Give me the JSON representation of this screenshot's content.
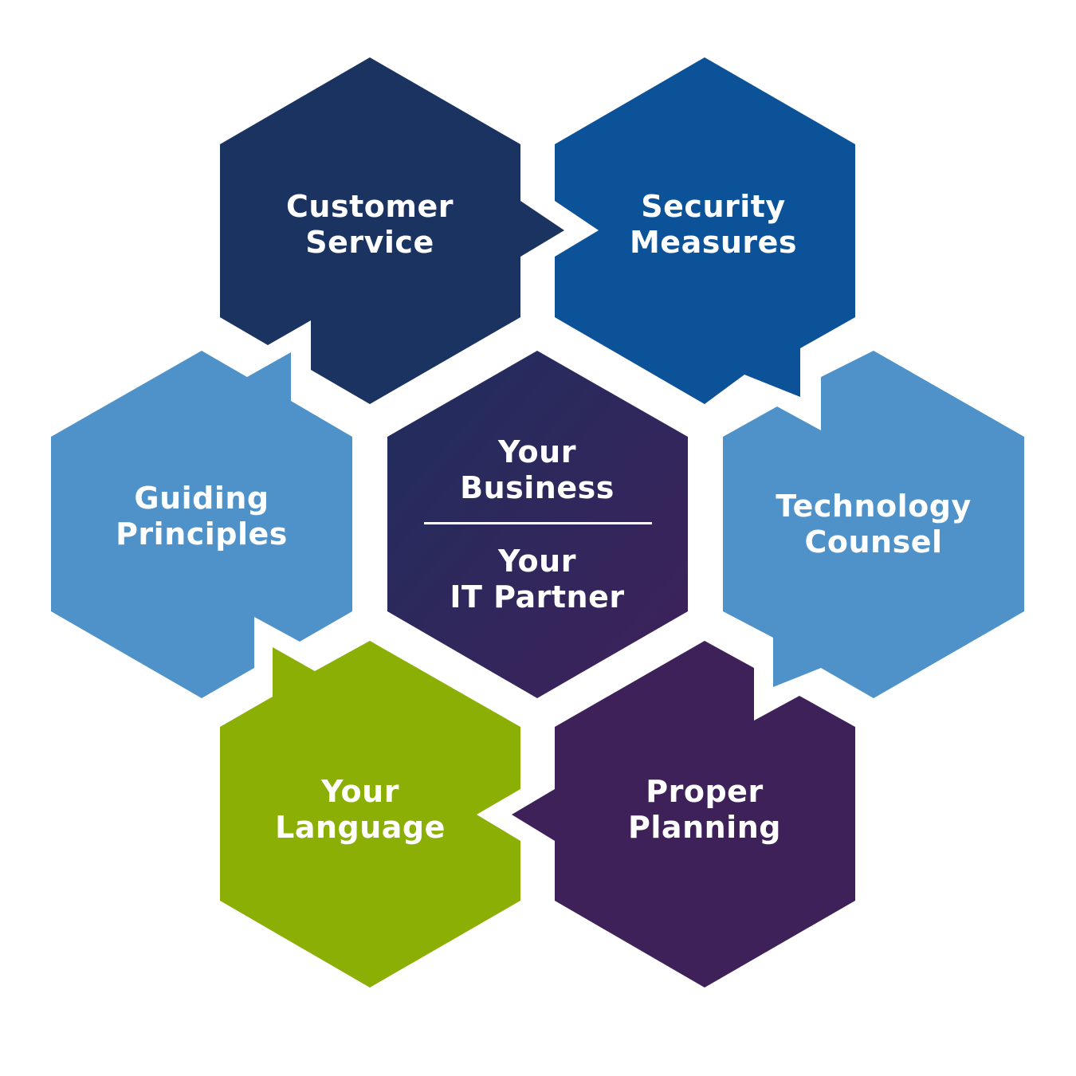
{
  "center": {
    "line1": "Your",
    "line2": "Business",
    "line3": "Your",
    "line4": "IT Partner",
    "color_start": "#1f2e5e",
    "color_end": "#3f215a"
  },
  "hexagons": [
    {
      "id": "customer-service",
      "line1": "Customer",
      "line2": "Service",
      "color": "#1b3360"
    },
    {
      "id": "security-measures",
      "line1": "Security",
      "line2": "Measures",
      "color": "#0b5299"
    },
    {
      "id": "technology-counsel",
      "line1": "Technology",
      "line2": "Counsel",
      "color": "#4f92c9"
    },
    {
      "id": "proper-planning",
      "line1": "Proper",
      "line2": "Planning",
      "color": "#3f215a"
    },
    {
      "id": "your-language",
      "line1": "Your",
      "line2": "Language",
      "color": "#8caf06"
    },
    {
      "id": "guiding-principles",
      "line1": "Guiding",
      "line2": "Principles",
      "color": "#4f92c9"
    }
  ]
}
